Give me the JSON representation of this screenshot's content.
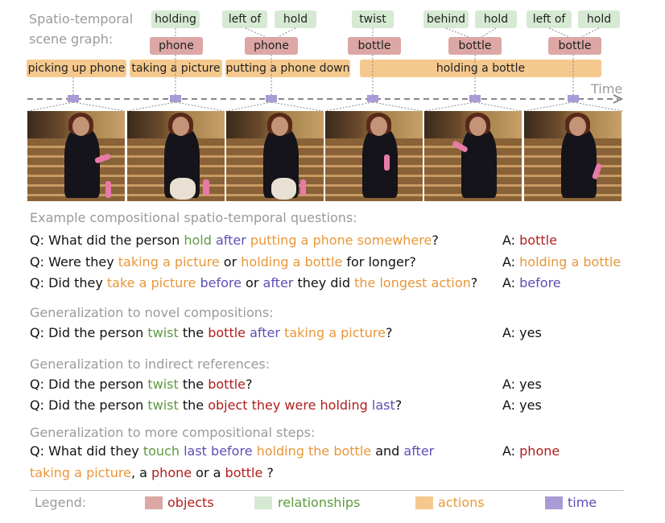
{
  "scene_graph": {
    "label_line1": "Spatio-temporal",
    "label_line2": "scene graph:",
    "relationships": [
      "holding",
      "left of",
      "hold",
      "twist",
      "behind",
      "hold",
      "left of",
      "hold"
    ],
    "objects": [
      "phone",
      "phone",
      "bottle",
      "bottle",
      "bottle"
    ],
    "actions": [
      "picking up phone",
      "taking a picture",
      "putting a phone down",
      "holding a bottle"
    ],
    "time_label": "Time"
  },
  "sections": {
    "s1_title": "Example compositional spatio-temporal questions:",
    "s2_title": "Generalization to novel compositions:",
    "s3_title": "Generalization to indirect references:",
    "s4_title": "Generalization to more compositional steps:"
  },
  "q1": {
    "p1": "Q: What did the person ",
    "p2": "hold",
    "p3": " ",
    "p4": "after",
    "p5": " ",
    "p6": "putting a phone somewhere",
    "p7": "?",
    "a_pre": "A: ",
    "a": "bottle"
  },
  "q2": {
    "p1": "Q: Were they ",
    "p2": "taking a picture",
    "p3": " or ",
    "p4": "holding a bottle",
    "p5": " for longer?",
    "a_pre": "A: ",
    "a": "holding a bottle"
  },
  "q3": {
    "p1": "Q: Did they ",
    "p2": "take a picture",
    "p3": " ",
    "p4": "before",
    "p5": " or ",
    "p6": "after",
    "p7": " they did ",
    "p8": "the longest action",
    "p9": "?",
    "a_pre": "A: ",
    "a": "before"
  },
  "q4": {
    "p1": "Q: Did the person ",
    "p2": "twist",
    "p3": " the ",
    "p4": "bottle",
    "p5": " ",
    "p6": "after",
    "p7": " ",
    "p8": "taking a picture",
    "p9": "?",
    "a": "A: yes"
  },
  "q5": {
    "p1": "Q: Did the person ",
    "p2": "twist",
    "p3": " the ",
    "p4": "bottle",
    "p5": "?",
    "a": "A: yes"
  },
  "q6": {
    "p1": "Q: Did the person ",
    "p2": "twist",
    "p3": " the ",
    "p4": "object they were holding",
    "p5": " ",
    "p6": "last",
    "p7": "?",
    "a": "A: yes"
  },
  "q7": {
    "p1": "Q: What did they ",
    "p2": "touch",
    "p3": " ",
    "p4": "last before",
    "p5": " ",
    "p6": "holding the bottle",
    "p7": " and ",
    "p8": "after",
    "l2_p1": "taking a picture",
    "l2_p2": ", a ",
    "l2_p3": "phone",
    "l2_p4": " or a ",
    "l2_p5": "bottle",
    "l2_p6": " ?",
    "a_pre": "A: ",
    "a": "phone"
  },
  "legend": {
    "title": "Legend:",
    "objects": "objects",
    "relationships": "relationships",
    "actions": "actions",
    "time": "time"
  },
  "colors": {
    "relationship": "#d6ead3",
    "object": "#dca7a4",
    "action": "#f5c98e",
    "time": "#a99bd6"
  }
}
